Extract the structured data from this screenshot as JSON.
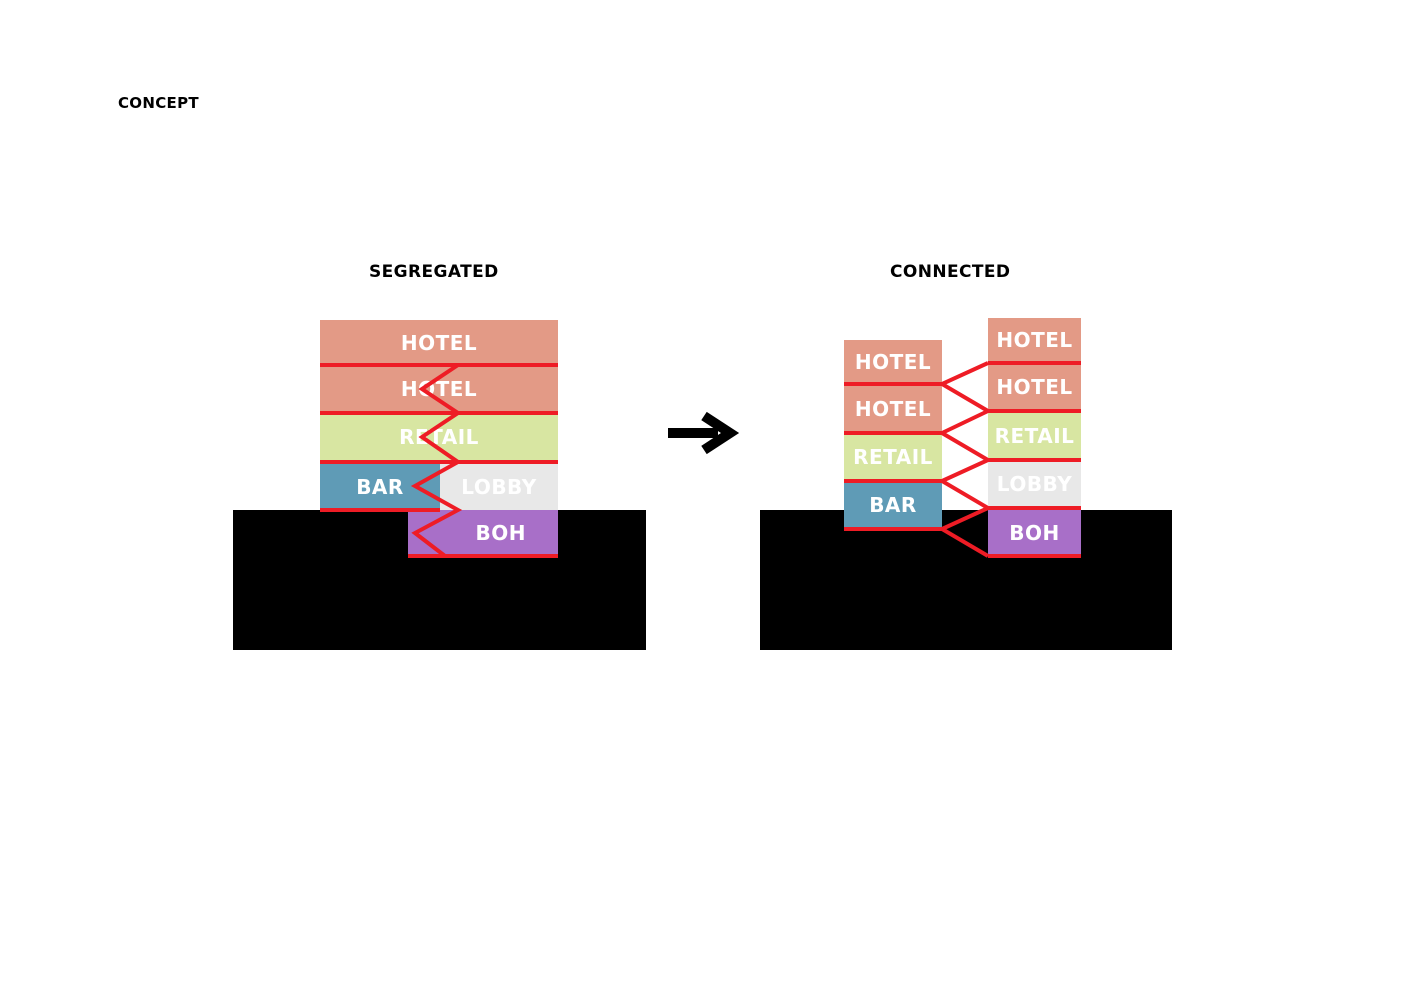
{
  "page": {
    "title": "CONCEPT"
  },
  "segregated": {
    "title": "SEGREGATED",
    "blocks": [
      "HOTEL",
      "HOTEL",
      "RETAIL",
      "BAR",
      "LOBBY",
      "BOH"
    ]
  },
  "connected": {
    "title": "CONNECTED",
    "left_blocks": [
      "HOTEL",
      "HOTEL",
      "RETAIL",
      "BAR"
    ],
    "right_blocks": [
      "HOTEL",
      "HOTEL",
      "RETAIL",
      "LOBBY",
      "BOH"
    ]
  },
  "colors": {
    "hotel": "#e39a86",
    "retail": "#d8e6a2",
    "bar": "#5f9bb6",
    "lobby": "#e8e8e8",
    "boh": "#a86fc8",
    "connection": "#ee1c25",
    "base": "#000000"
  },
  "icons": {
    "transition": "arrow-right-icon"
  }
}
